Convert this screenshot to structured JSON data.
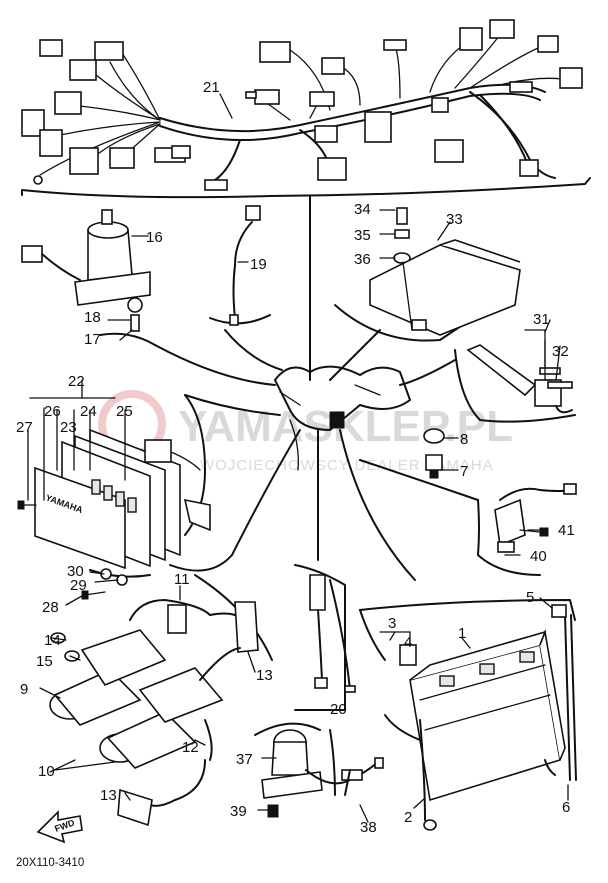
{
  "watermark": {
    "brand": "YAMASKLEP.PL",
    "tagline": "WOJCIECHOWSCY DEALER YAMAHA"
  },
  "diagram_code": "20X110-3410",
  "fwd_label": "FWD",
  "lens_text": "YAMAHA",
  "callouts": {
    "c1": "1",
    "c2": "2",
    "c3": "3",
    "c4": "4",
    "c5": "5",
    "c6": "6",
    "c7": "7",
    "c8": "8",
    "c9": "9",
    "c10": "10",
    "c11": "11",
    "c12": "12",
    "c13a": "13",
    "c13b": "13",
    "c14": "14",
    "c15": "15",
    "c16": "16",
    "c17": "17",
    "c18": "18",
    "c19": "19",
    "c20": "20",
    "c21": "21",
    "c22": "22",
    "c23": "23",
    "c24": "24",
    "c25": "25",
    "c26": "26",
    "c27": "27",
    "c28": "28",
    "c29": "29",
    "c30": "30",
    "c31": "31",
    "c32": "32",
    "c33": "33",
    "c34": "34",
    "c35": "35",
    "c36": "36",
    "c37": "37",
    "c38": "38",
    "c39": "39",
    "c40": "40",
    "c41": "41"
  }
}
